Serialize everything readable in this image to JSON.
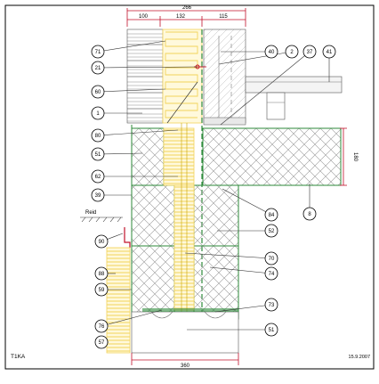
{
  "dimensions": {
    "total": "266",
    "brick": "100",
    "insulation": "132",
    "cladding": "115",
    "base": "360",
    "slab": "180"
  },
  "labels": {
    "ground": "Reid",
    "corner": "T1KA",
    "date": "15.9.2007"
  },
  "markers": [
    "71",
    "21",
    "60",
    "1",
    "80",
    "51",
    "62",
    "39",
    "90",
    "88",
    "59",
    "76",
    "57",
    "40",
    "2",
    "37",
    "41",
    "8",
    "84",
    "52",
    "70",
    "74",
    "73",
    "51"
  ],
  "colors": {
    "insulation": "#f2d35a",
    "insulation_fill": "#fff9dc",
    "green": "#2d8a3a",
    "dim": "#c0102a",
    "brick": "#7a7a7a"
  }
}
